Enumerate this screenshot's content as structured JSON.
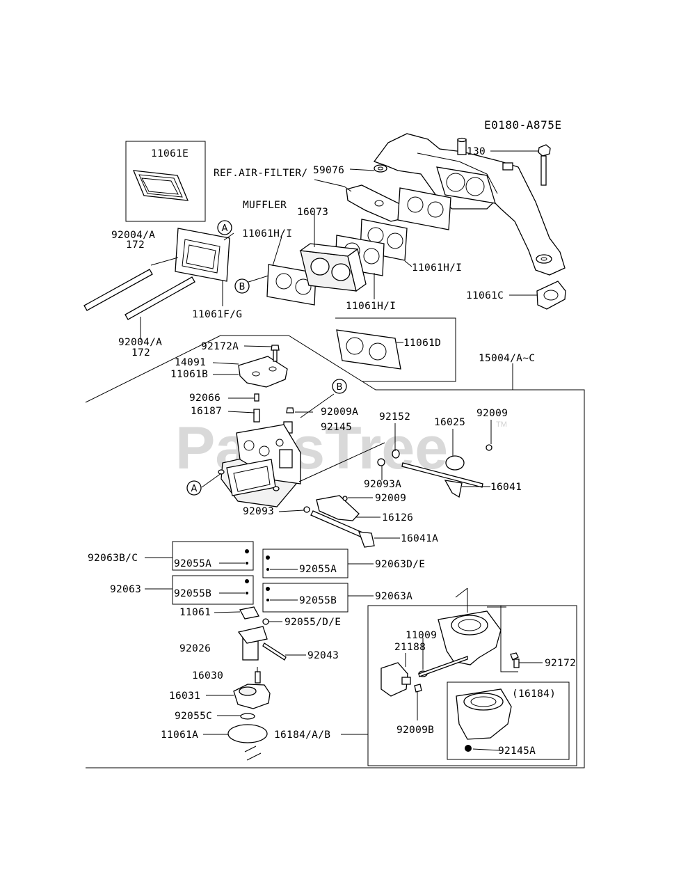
{
  "diagram_ref": "E0180-A875E",
  "watermark": "PartsTree",
  "watermark_tm": "TM",
  "callouts": {
    "A": "A",
    "B": "B"
  },
  "labels": {
    "p11061E": "11061E",
    "p130": "130",
    "p59076": "59076",
    "ref_air_filter": "REF.AIR-FILTER/",
    "muffler": "MUFFLER",
    "p16073": "16073",
    "p92004A_top": "92004/A",
    "p172_top": "172",
    "p11061HI_a": "11061H/I",
    "p11061HI_b": "11061H/I",
    "p11061HI_c": "11061H/I",
    "p11061C": "11061C",
    "p11061FG": "11061F/G",
    "p92004A_bot": "92004/A",
    "p172_bot": "172",
    "p11061D": "11061D",
    "p92172A": "92172A",
    "p14091": "14091",
    "p11061B": "11061B",
    "p15004": "15004/A~C",
    "p92066": "92066",
    "p16187": "16187",
    "p92009A": "92009A",
    "p92145": "92145",
    "p92152": "92152",
    "p16025": "16025",
    "p92009_a": "92009",
    "p16041": "16041",
    "p92093A": "92093A",
    "p92009_b": "92009",
    "p92093": "92093",
    "p16126": "16126",
    "p16041A": "16041A",
    "p92063BC": "92063B/C",
    "p92055A_a": "92055A",
    "p92055A_b": "92055A",
    "p92063DE": "92063D/E",
    "p92063": "92063",
    "p92055B_a": "92055B",
    "p92055B_b": "92055B",
    "p92063A": "92063A",
    "p11061": "11061",
    "p92055DE": "92055/D/E",
    "p92026": "92026",
    "p92043": "92043",
    "p11009": "11009",
    "p21188": "21188",
    "p92172": "92172",
    "p16030": "16030",
    "p16031": "16031",
    "p16184_paren": "(16184)",
    "p92055C": "92055C",
    "p92009B": "92009B",
    "p11061A": "11061A",
    "p16184AB": "16184/A/B",
    "p92145A": "92145A"
  }
}
